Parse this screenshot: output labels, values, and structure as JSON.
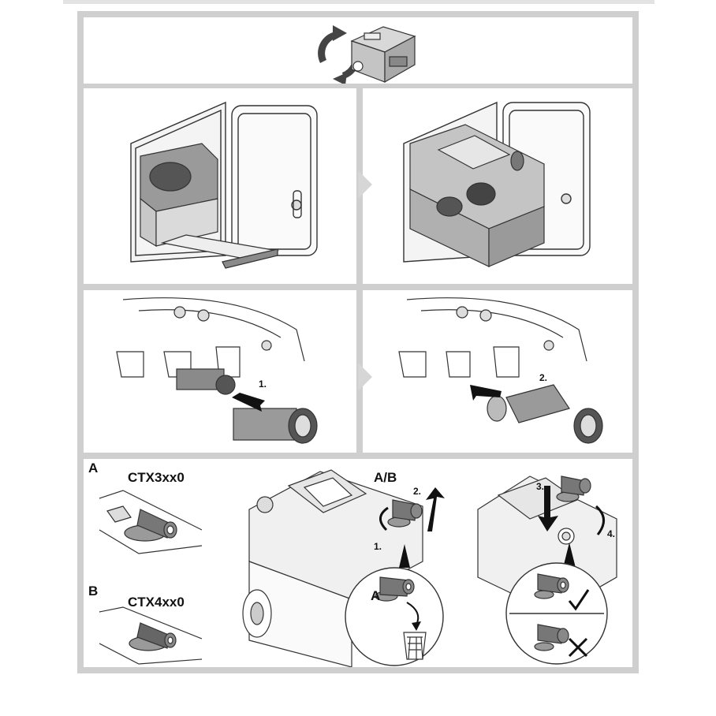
{
  "sections": {
    "bottom_left": {
      "variant_a": {
        "letter": "A",
        "model": "CTX3xx0"
      },
      "variant_b": {
        "letter": "B",
        "model": "CTX4xx0"
      }
    },
    "bottom_middle": {
      "heading": "A/B",
      "step_1": "1.",
      "step_2": "2.",
      "callout_letter": "A"
    },
    "bottom_right": {
      "step_3": "3.",
      "step_4": "4."
    },
    "row_three": {
      "left_step": "1.",
      "right_step": "2."
    }
  },
  "icons": {
    "rotate": "rotate-arrows-icon",
    "next": "chevron-right-icon",
    "check": "checkmark-icon",
    "cross": "cross-icon",
    "basket": "waste-basket-icon"
  },
  "colors": {
    "frame": "#cfcfcf",
    "line": "#333333",
    "fill_light": "#e6e6e6",
    "fill_mid": "#bdbdbd",
    "fill_dark": "#8a8a8a"
  }
}
